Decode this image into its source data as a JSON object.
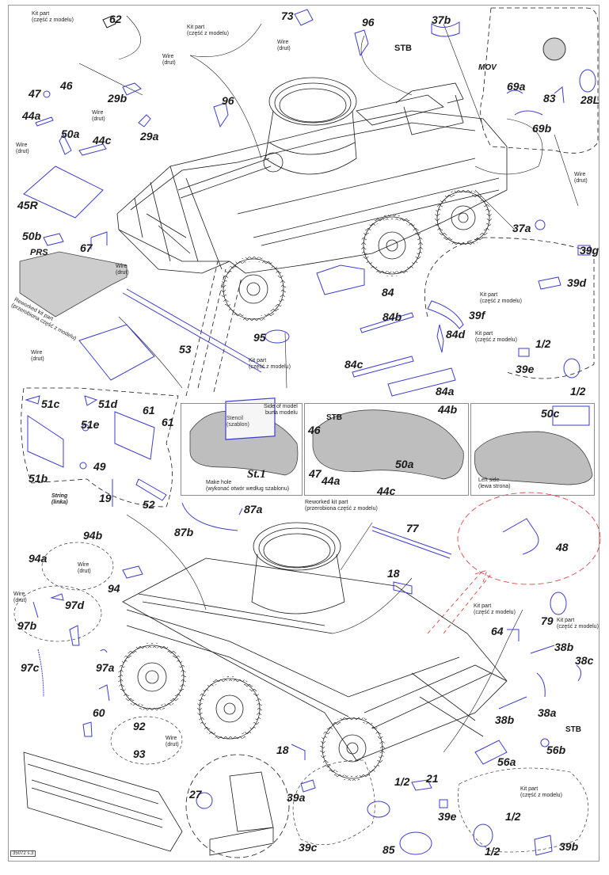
{
  "sheet": {
    "page_code": "35072 s.3",
    "colors": {
      "line": "#1a1a1a",
      "pe_part": "#3c3cd0",
      "highlight_dash": "#d63030",
      "hull_fill": "#c8c8c8"
    }
  },
  "notes": {
    "kit_part": "Kit part\n(część z modelu)",
    "wire": "Wire\n(drut)",
    "reworked_kit_part": "Reworked kit part\n(przerobiona część z modelu)",
    "string": "String\n(linka)",
    "stb": "STB",
    "mov": "MOV",
    "prs": "PRS"
  },
  "labels": {
    "top_left": [
      "62",
      "47",
      "46",
      "29b",
      "44a",
      "29a",
      "50a",
      "44c",
      "45R",
      "50b",
      "67"
    ],
    "top_center": [
      "73",
      "96",
      "96"
    ],
    "top_right": [
      "37b",
      "69a",
      "83",
      "28L",
      "69b",
      "37a"
    ],
    "mid_left": [
      "53"
    ],
    "mid_center": [
      "84",
      "84b",
      "84d",
      "84c",
      "84a",
      "95"
    ],
    "mid_right": [
      "39g",
      "39d",
      "39f",
      "39e",
      "1/2",
      "1/2"
    ],
    "detail_left": [
      "51c",
      "51d",
      "61",
      "61",
      "51e",
      "49",
      "51b",
      "19",
      "52"
    ],
    "lower_left": [
      "94b",
      "94a",
      "94",
      "97d",
      "97b",
      "97a",
      "97c",
      "60",
      "92",
      "93",
      "27"
    ],
    "lower_center": [
      "87a",
      "87b",
      "77",
      "18",
      "18",
      "39a",
      "1/2",
      "21",
      "85",
      "39c"
    ],
    "lower_right": [
      "48",
      "79",
      "64",
      "38b",
      "38c",
      "38a",
      "38b",
      "56b",
      "56a",
      "39e",
      "1/2",
      "1/2",
      "39b"
    ]
  },
  "insets": {
    "stencil": {
      "side_note": "Side of model\nburta modelu",
      "stencil_note": "Stencil\n(szablon)",
      "label": "St.1",
      "drill_note": "Make hole\n(wykonać otwór według szablonu)"
    },
    "right_side": {
      "labels": [
        "STB",
        "46",
        "44b",
        "47",
        "44a",
        "50a",
        "44c"
      ]
    },
    "left_side": {
      "label": "50c",
      "note": "Left side\n(lewa strona)"
    }
  }
}
